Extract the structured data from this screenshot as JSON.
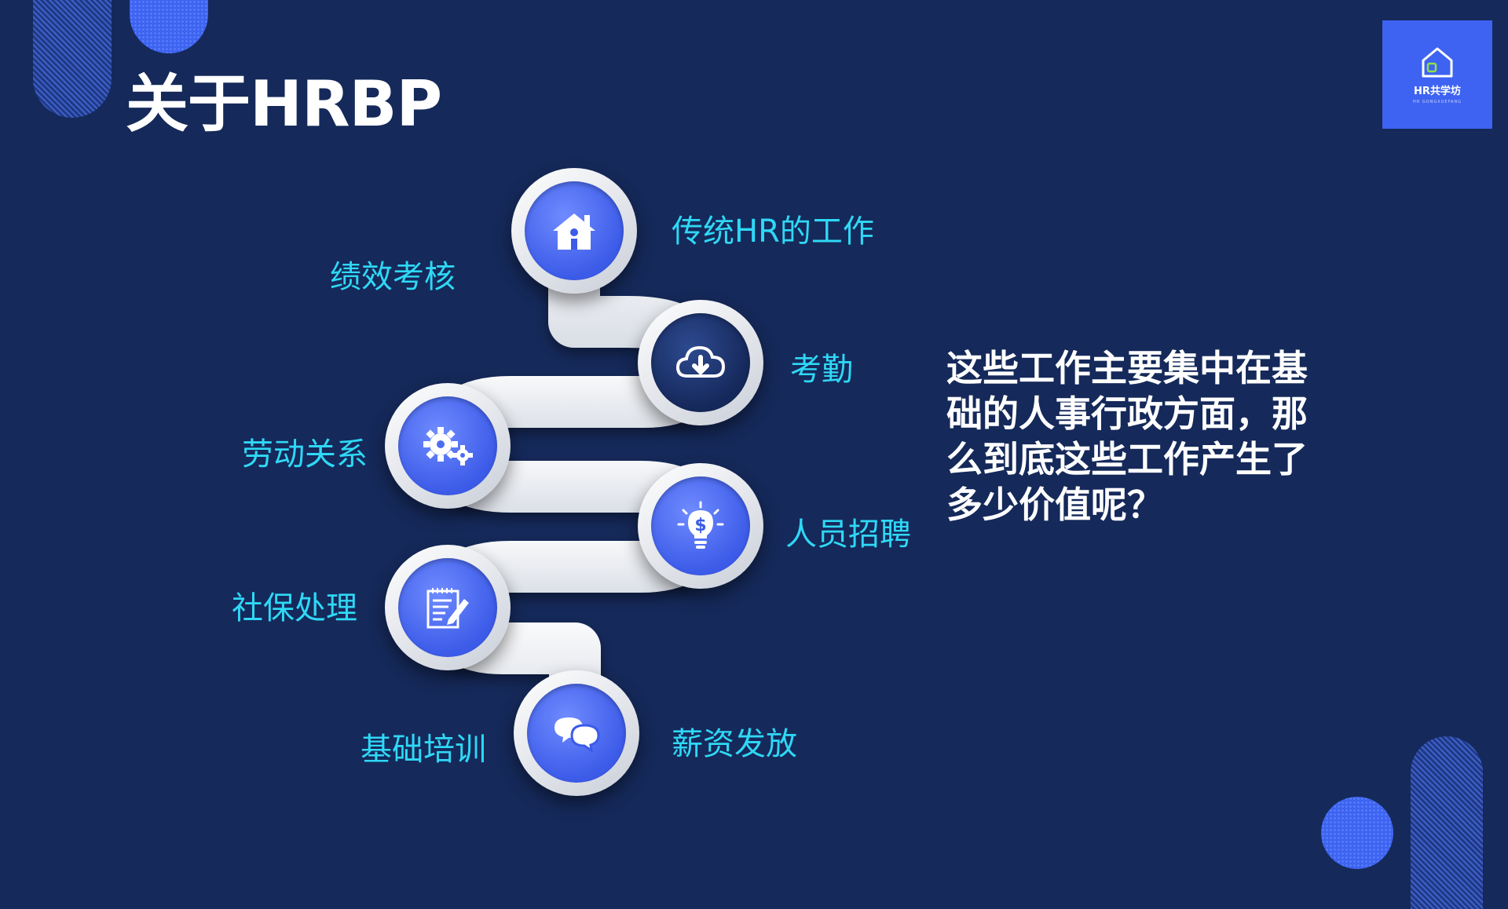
{
  "slide": {
    "title": "关于HRBP",
    "description": "这些工作主要集中在基础的人事行政方面，那么到底这些工作产生了多少价值呢？"
  },
  "logo": {
    "name": "HR共学坊",
    "subtitle": "HR GONGXUEFANG",
    "icon": "house-icon"
  },
  "steps": [
    {
      "label": "传统HR的工作",
      "icon": "house-icon"
    },
    {
      "label": "绩效考核",
      "icon": ""
    },
    {
      "label": "考勤",
      "icon": "cloud-download-icon"
    },
    {
      "label": "劳动关系",
      "icon": "gears-icon"
    },
    {
      "label": "人员招聘",
      "icon": "lightbulb-dollar-icon"
    },
    {
      "label": "社保处理",
      "icon": "document-edit-icon"
    },
    {
      "label": "基础培训",
      "icon": "chat-bubbles-icon"
    },
    {
      "label": "薪资发放",
      "icon": ""
    }
  ],
  "colors": {
    "background": "#15295a",
    "accent": "#3e63f2",
    "label": "#2fd8f5",
    "title": "#ffffff"
  }
}
